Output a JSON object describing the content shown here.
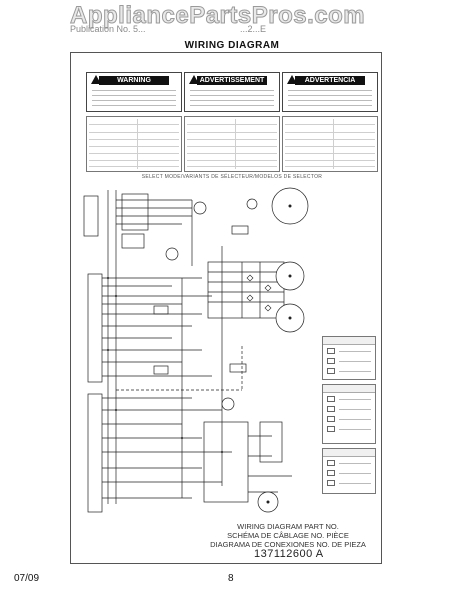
{
  "watermark": "AppliancePartsPros.com",
  "header": {
    "publication": "Publication No. 5...",
    "code": "...2...E"
  },
  "diagram_title": "WIRING DIAGRAM",
  "warnings": [
    "WARNING",
    "ADVERTISSEMENT",
    "ADVERTENCIA"
  ],
  "sheet_caption": "SELECT MODE/VARIANTS DE SÉLECTEUR/MODELOS DE SELECTOR",
  "part_caption": [
    "WIRING DIAGRAM PART NO.",
    "SCHÉMA DE CÂBLAGE NO. PIÈCE",
    "DIAGRAMA DE CONEXIONES NO. DE PIEZA"
  ],
  "part_number": "137112600 A",
  "footer": {
    "date": "07/09",
    "page": "8"
  }
}
